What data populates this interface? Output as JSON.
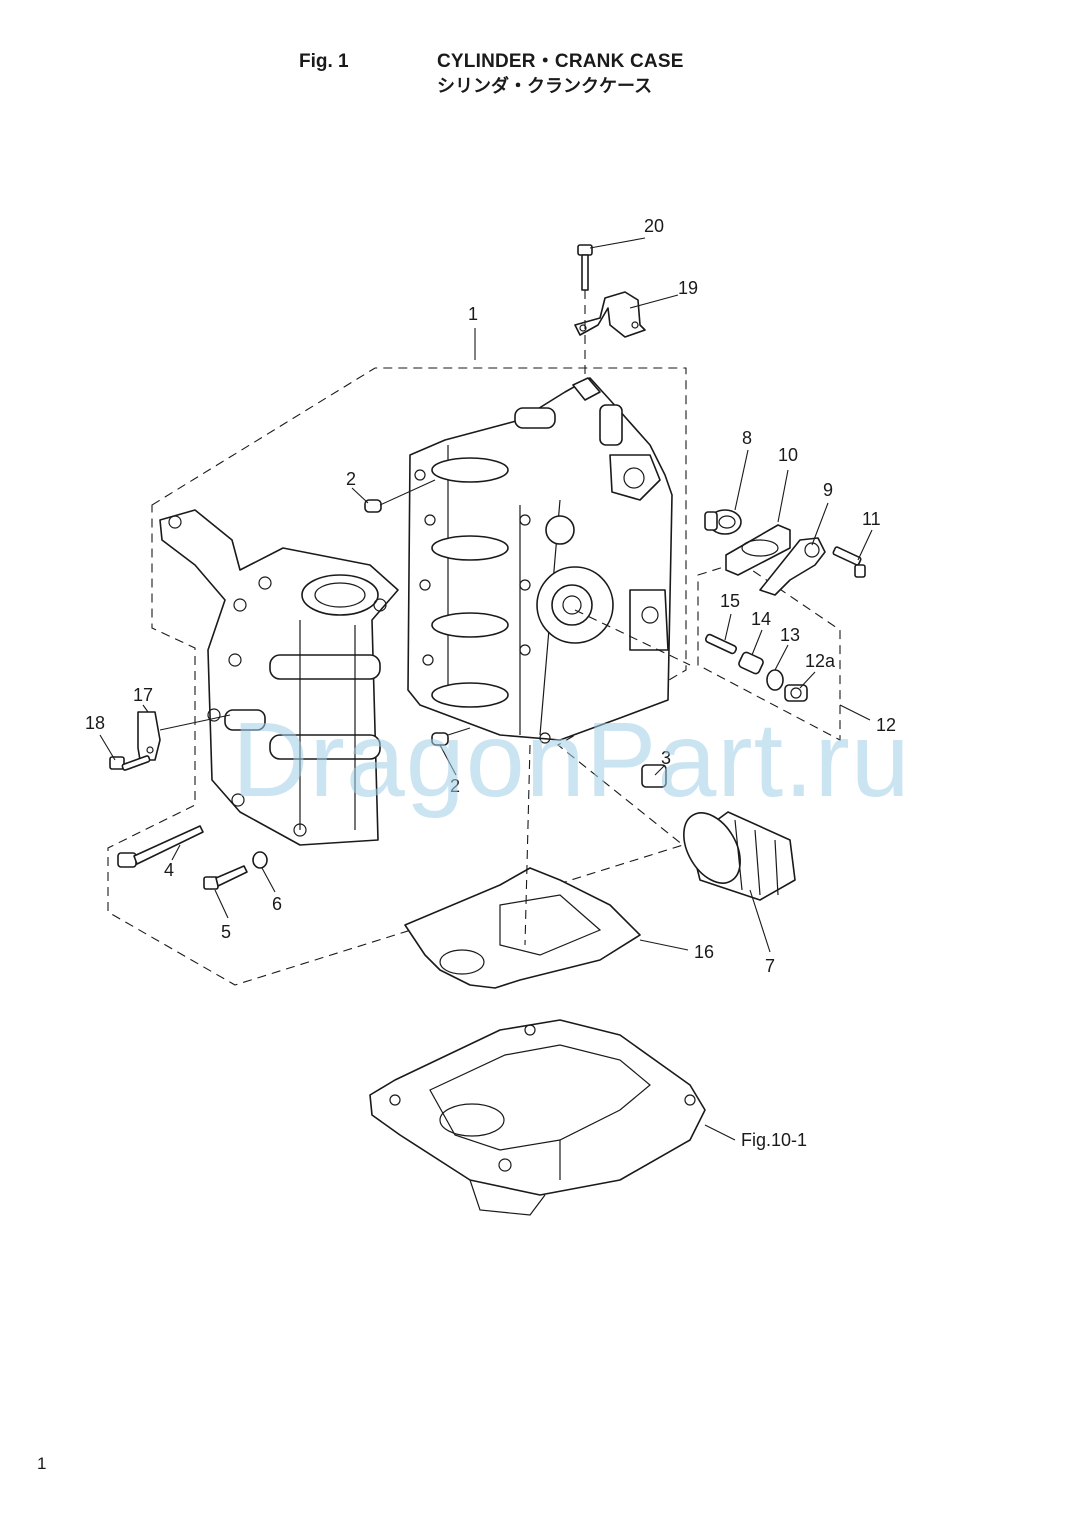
{
  "header": {
    "fig_label": "Fig. 1",
    "title_en": "CYLINDER・CRANK CASE",
    "title_ja": "シリンダ・クランクケース"
  },
  "callouts": {
    "c1": "1",
    "c2a": "2",
    "c2b": "2",
    "c3": "3",
    "c4": "4",
    "c5": "5",
    "c6": "6",
    "c7": "7",
    "c8": "8",
    "c9": "9",
    "c10": "10",
    "c11": "11",
    "c12": "12",
    "c12a": "12a",
    "c13": "13",
    "c14": "14",
    "c15": "15",
    "c16": "16",
    "c17": "17",
    "c18": "18",
    "c19": "19",
    "c20": "20",
    "fig_ref": "Fig.10-1"
  },
  "watermark": "DragonPart.ru",
  "page_number": "1"
}
